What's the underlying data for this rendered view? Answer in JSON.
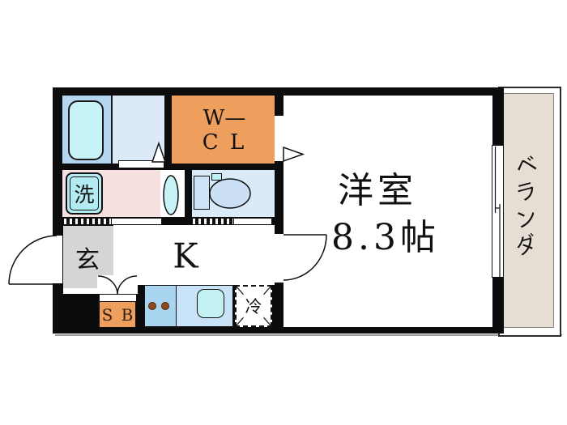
{
  "plan": {
    "western_room": {
      "name": "洋室",
      "size": "8.3帖"
    },
    "kitchen": {
      "label": "K"
    },
    "entrance": {
      "label": "玄"
    },
    "walk_in_closet": {
      "line1": "W—",
      "line2": "C L"
    },
    "washing_machine": {
      "label": "洗"
    },
    "refrigerator": {
      "label": "冷"
    },
    "shoe_box": {
      "label": "S B"
    },
    "veranda": {
      "label": "ベランダ",
      "chars": [
        "ベ",
        "ラ",
        "ン",
        "ダ"
      ]
    }
  },
  "colors": {
    "wall_black": "#0c0c0c",
    "closet_orange": "#ef9f5d",
    "washroom_pink": "#f7e0e0",
    "bathroom_blue": "#b4d6f0",
    "bathroom_blue_light": "#dbe9f8",
    "toilet_blue": "#d9ebf9",
    "counter_blue": "#aad5f0",
    "sink_cyan": "#c4f1f4",
    "genkan_gray": "#d5d5d5",
    "veranda_beige": "#e7ded3",
    "burner_brown": "#8d4a1f"
  }
}
